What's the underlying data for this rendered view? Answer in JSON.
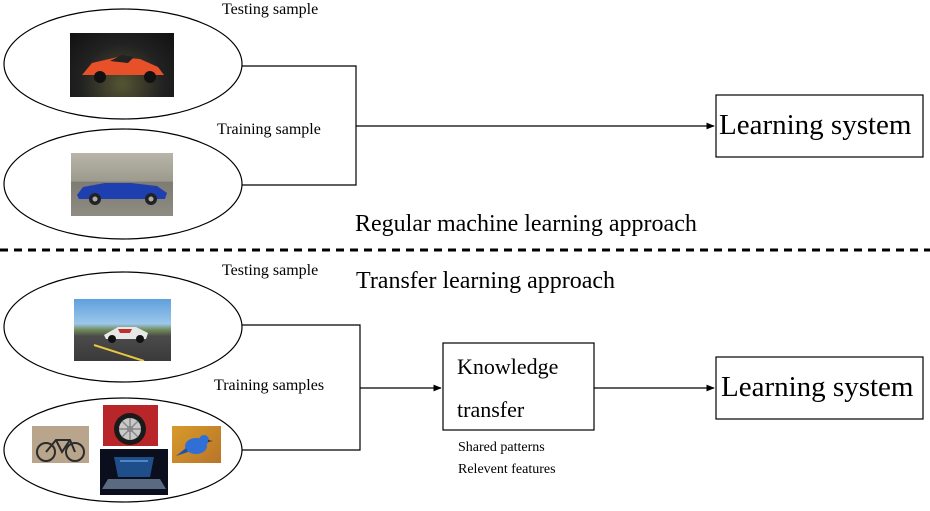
{
  "regular": {
    "testing_label": "Testing sample",
    "training_label": "Training sample",
    "learning_system": "Learning system",
    "caption": "Regular machine learning approach",
    "testing_image": "orange-sports-car-photo",
    "training_image": "blue-convertible-car-photo"
  },
  "transfer": {
    "testing_label": "Testing sample",
    "training_label": "Training samples",
    "caption": "Transfer learning approach",
    "knowledge_line1": "Knowledge",
    "knowledge_line2": "transfer",
    "note_line1": "Shared patterns",
    "note_line2": "Relevent features",
    "learning_system": "Learning system",
    "testing_image": "race-car-on-road-photo",
    "training_images": [
      "bicycle-photo",
      "car-wheel-photo",
      "laptop-photo",
      "blue-bird-photo"
    ]
  },
  "colors": {
    "line": "#000000",
    "orange_car": "#e8502a",
    "blue_car": "#1e3fb0",
    "bird": "#2f6fd6"
  }
}
